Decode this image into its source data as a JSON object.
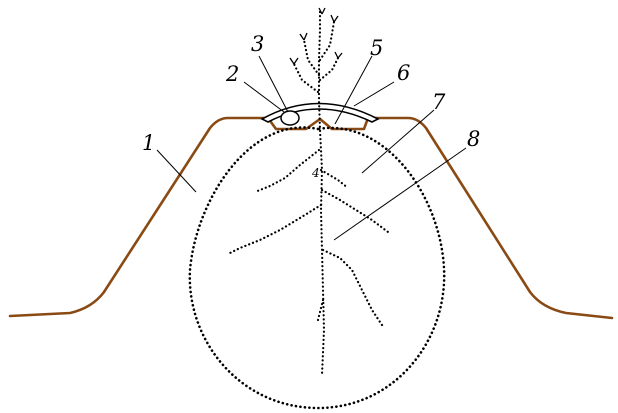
{
  "colors": {
    "ridge": "#8a4a14",
    "ink": "#000000",
    "background": "#ffffff"
  },
  "callouts": [
    {
      "label": "1"
    },
    {
      "label": "2"
    },
    {
      "label": "3"
    },
    {
      "label": "4"
    },
    {
      "label": "5"
    },
    {
      "label": "6"
    },
    {
      "label": "7"
    },
    {
      "label": "8"
    }
  ]
}
